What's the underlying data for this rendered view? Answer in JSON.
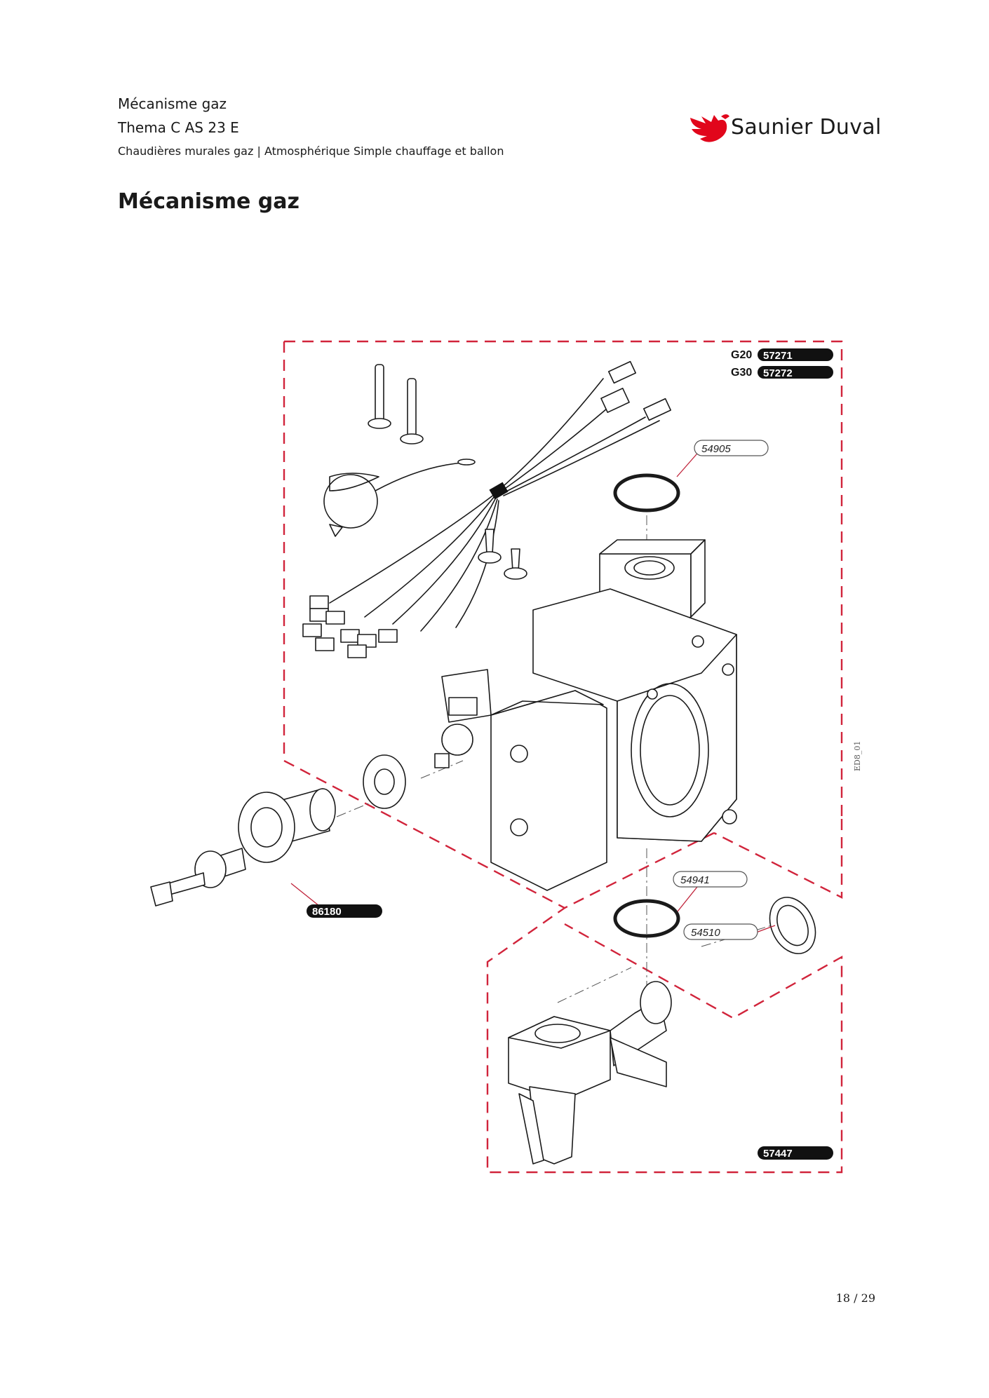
{
  "header": {
    "line1": "Mécanisme gaz",
    "line2": "Thema C AS 23 E",
    "line3": "Chaudières murales gaz | Atmosphérique Simple chauffage et ballon"
  },
  "brand": {
    "name": "Saunier Duval",
    "color": "#e1061b"
  },
  "page_title": "Mécanisme gaz",
  "diagram": {
    "kit_labels": [
      {
        "gas": "G20",
        "ref": "57271"
      },
      {
        "gas": "G30",
        "ref": "57272"
      }
    ],
    "parts": {
      "oring_top": "54905",
      "knob": "86180",
      "oring_bottom": "54941",
      "seal": "54510",
      "outlet": "57447"
    },
    "drawing_code": "ED8_01",
    "colors": {
      "dash": "#d1243b",
      "line": "#1a1a1a"
    }
  },
  "page_number": "18 / 29"
}
